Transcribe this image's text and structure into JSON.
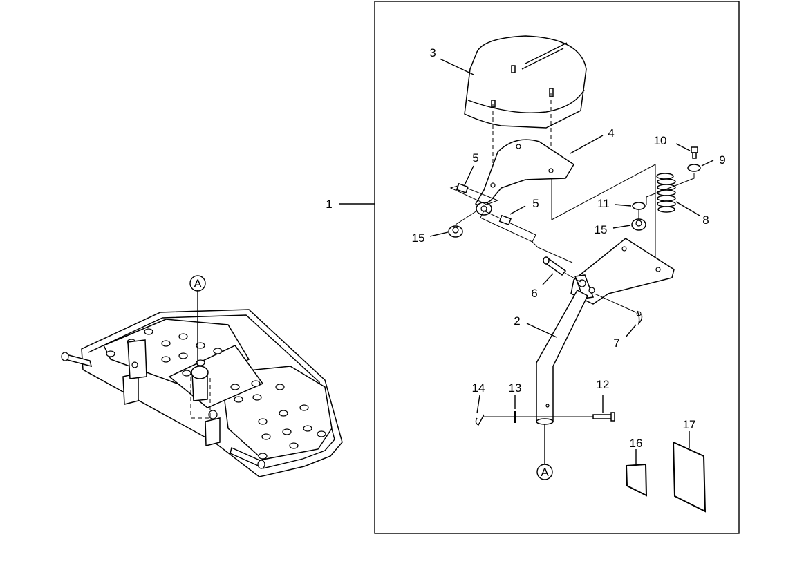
{
  "callouts": {
    "c1": "1",
    "c2": "2",
    "c3": "3",
    "c4": "4",
    "c5a": "5",
    "c5b": "5",
    "c6": "6",
    "c7": "7",
    "c8": "8",
    "c9": "9",
    "c10": "10",
    "c11": "11",
    "c12": "12",
    "c13": "13",
    "c14": "14",
    "c15a": "15",
    "c15b": "15",
    "c16": "16",
    "c17": "17"
  },
  "reference_marks": {
    "detail_a_left": "A",
    "detail_a_right": "A"
  },
  "colors": {
    "line": "#000000",
    "background": "#ffffff"
  }
}
